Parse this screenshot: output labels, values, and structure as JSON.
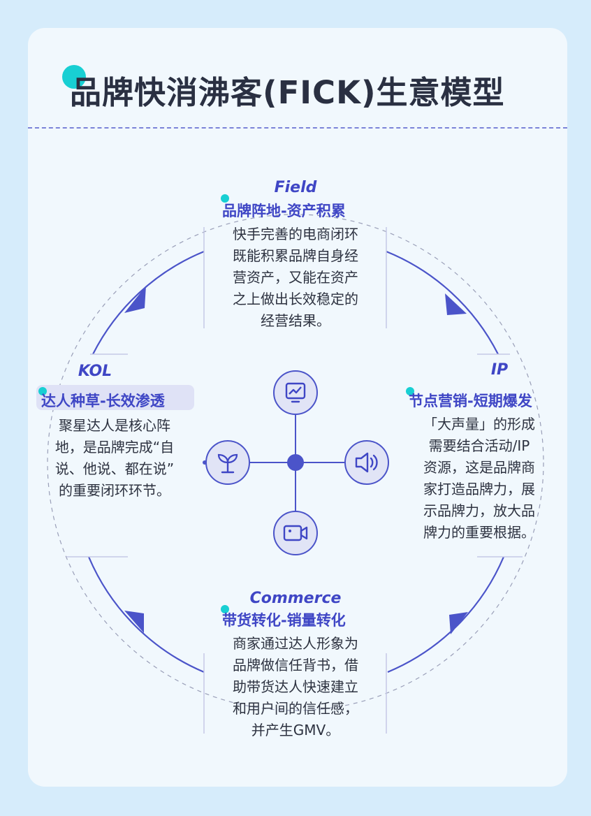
{
  "title": "品牌快消沸客(FICK)生意模型",
  "icons": {
    "center_dot": "hub-dot",
    "top": "chart-monitor-icon",
    "left": "sprout-icon",
    "right": "speaker-icon",
    "bottom": "video-camera-icon"
  },
  "sections": {
    "field": {
      "en": "Field",
      "cn": "品牌阵地-资产积累",
      "desc": [
        "快手完善的电商闭环",
        "既能积累品牌自身经",
        "营资产，又能在资产",
        "之上做出长效稳定的",
        "经营结果。"
      ]
    },
    "ip": {
      "en": "IP",
      "cn": "节点营销-短期爆发",
      "desc": [
        "「大声量」的形成",
        "需要结合活动/IP",
        "资源，这是品牌商",
        "家打造品牌力，展",
        "示品牌力，放大品",
        "牌力的重要根据。"
      ]
    },
    "commerce": {
      "en": "Commerce",
      "cn": "带货转化-销量转化",
      "desc": [
        "商家通过达人形象为",
        "品牌做信任背书，借",
        "助带货达人快速建立",
        "和用户间的信任感，",
        "并产生GMV。"
      ]
    },
    "kol": {
      "en": "KOL",
      "cn": "达人种草-长效渗透",
      "desc": [
        "聚星达人是核心阵",
        "地，是品牌完成“自",
        "说、他说、都在说”",
        "的重要闭环环节。"
      ]
    }
  },
  "colors": {
    "background": "#d6ecfb",
    "card": "#f1f8fd",
    "accent": "#3f46c5",
    "line": "#4b54c9",
    "dot": "#18cfd3",
    "text": "#2d3240",
    "title": "#2a3042"
  }
}
